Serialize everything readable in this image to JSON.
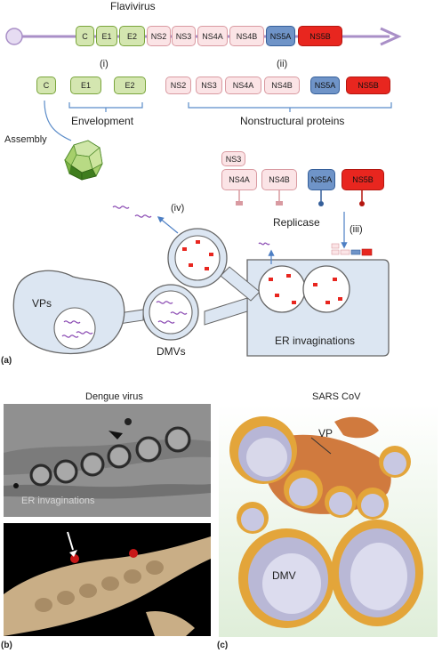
{
  "panel_a": {
    "letter": "(a)",
    "title": "Flavivirus",
    "genome": [
      {
        "label": "C",
        "kind": "green"
      },
      {
        "label": "E1",
        "kind": "green"
      },
      {
        "label": "E2",
        "kind": "green"
      },
      {
        "label": "NS2",
        "kind": "pink"
      },
      {
        "label": "NS3",
        "kind": "pink"
      },
      {
        "label": "NS4A",
        "kind": "pink"
      },
      {
        "label": "NS4B",
        "kind": "pink"
      },
      {
        "label": "NS5A",
        "kind": "blue"
      },
      {
        "label": "NS5B",
        "kind": "red"
      }
    ],
    "group_i": "(i)",
    "group_ii": "(ii)",
    "group_iii": "(iii)",
    "group_iv": "(iv)",
    "envelopment": "Envelopment",
    "nonstructural": "Nonstructural proteins",
    "assembly": "Assembly",
    "replicase": "Replicase",
    "vps": "VPs",
    "dmvs": "DMVs",
    "er_invaginations": "ER invaginations",
    "replicase_boxes": [
      {
        "label": "NS3",
        "kind": "pink"
      },
      {
        "label": "NS4A",
        "kind": "pink"
      },
      {
        "label": "NS4B",
        "kind": "pink"
      },
      {
        "label": "NS5A",
        "kind": "blue"
      },
      {
        "label": "NS5B",
        "kind": "red"
      }
    ]
  },
  "panel_b": {
    "letter": "(b)",
    "title": "Dengue virus",
    "er_label": "ER invaginations"
  },
  "panel_c": {
    "letter": "(c)",
    "title": "SARS CoV",
    "vp_label": "VP",
    "dmv_label": "DMV"
  },
  "colors": {
    "structural": "#d4e6b0",
    "nonstructural": "#fbe4e6",
    "ns5a": "#6f94c8",
    "ns5b": "#e8261f",
    "genome_line": "#a98fc7",
    "membrane": "#dce6f2"
  }
}
